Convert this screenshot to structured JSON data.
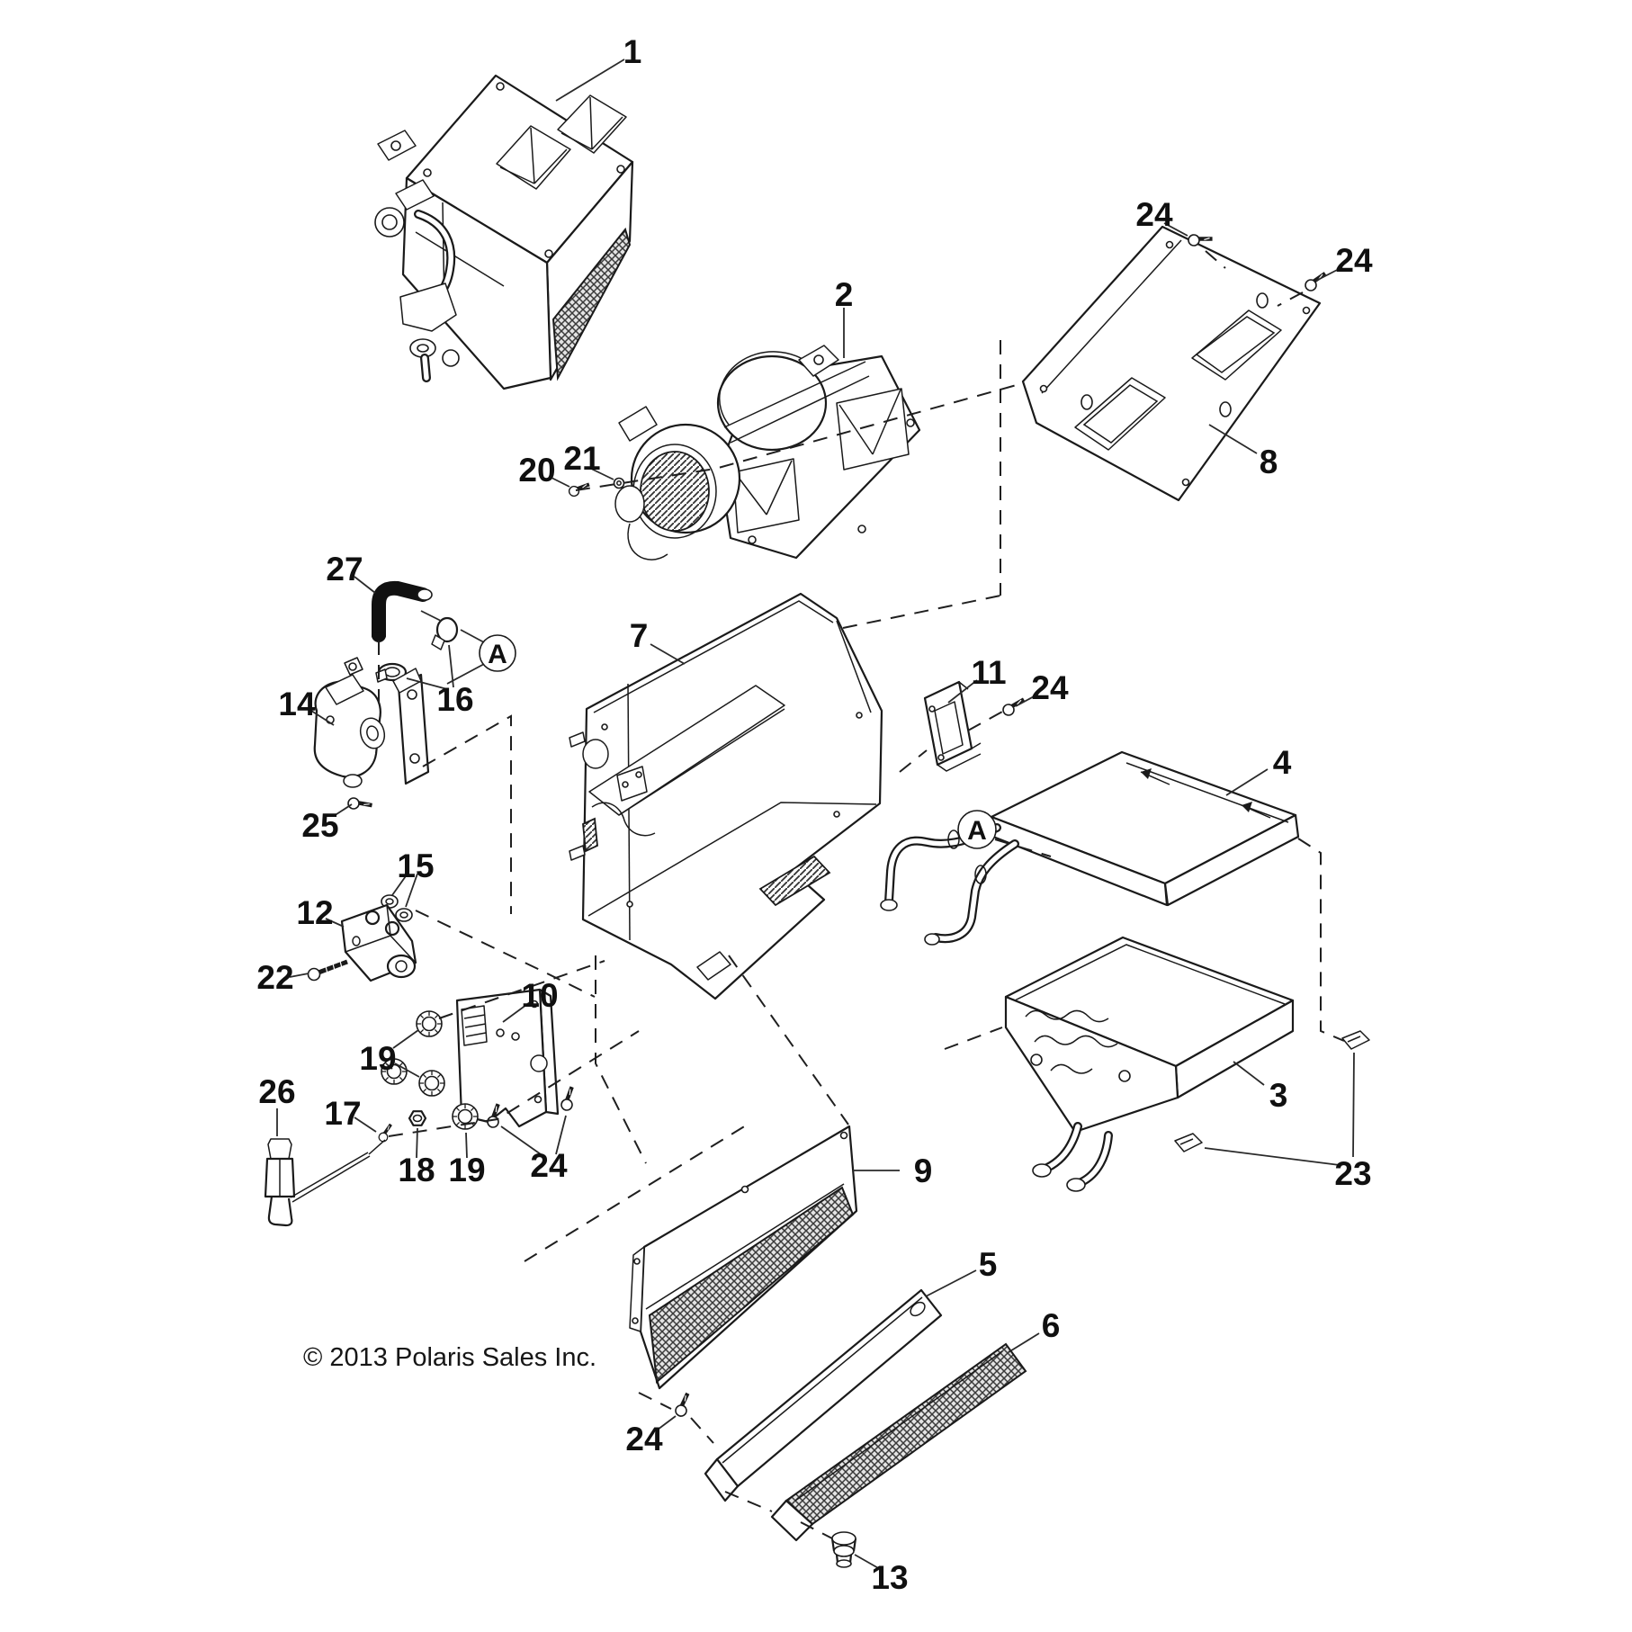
{
  "diagram": {
    "copyright": "© 2013 Polaris Sales Inc.",
    "colors": {
      "line": "#1a1a1a",
      "background": "#ffffff"
    },
    "detail_markers": [
      {
        "label": "A"
      },
      {
        "label": "A"
      }
    ],
    "callouts": [
      {
        "label": "1"
      },
      {
        "label": "2"
      },
      {
        "label": "24"
      },
      {
        "label": "24"
      },
      {
        "label": "8"
      },
      {
        "label": "20"
      },
      {
        "label": "21"
      },
      {
        "label": "27"
      },
      {
        "label": "16"
      },
      {
        "label": "14"
      },
      {
        "label": "25"
      },
      {
        "label": "7"
      },
      {
        "label": "11"
      },
      {
        "label": "24"
      },
      {
        "label": "4"
      },
      {
        "label": "15"
      },
      {
        "label": "12"
      },
      {
        "label": "22"
      },
      {
        "label": "10"
      },
      {
        "label": "19"
      },
      {
        "label": "26"
      },
      {
        "label": "17"
      },
      {
        "label": "18"
      },
      {
        "label": "19"
      },
      {
        "label": "24"
      },
      {
        "label": "9"
      },
      {
        "label": "5"
      },
      {
        "label": "6"
      },
      {
        "label": "24"
      },
      {
        "label": "13"
      },
      {
        "label": "3"
      },
      {
        "label": "23"
      }
    ]
  }
}
